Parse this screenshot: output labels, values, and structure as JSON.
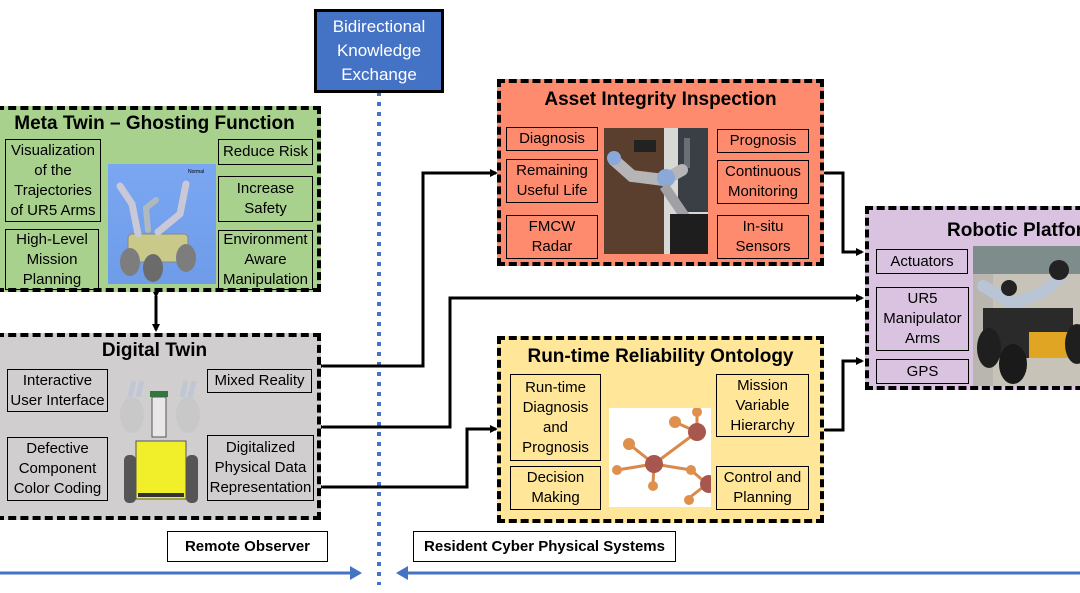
{
  "header": {
    "exchange_label": "Bidirectional Knowledge Exchange"
  },
  "colors": {
    "meta_twin": "#a9d18e",
    "digital_twin": "#d0cece",
    "asset_integrity": "#ff8b6f",
    "reliability_ontology": "#ffe699",
    "robotic_platform": "#d9c3e0",
    "exchange_box": "#4472c4",
    "divider": "#4472c4",
    "flow_arrow": "#4472c4"
  },
  "panels": {
    "meta_twin": {
      "title": "Meta Twin – Ghosting Function",
      "items": [
        "Visualization of the Trajectories of UR5 Arms",
        "High-Level Mission Planning",
        "Reduce Risk",
        "Increase Safety",
        "Environment Aware Manipulation"
      ],
      "image": "simulated-robot-trajectory-image"
    },
    "digital_twin": {
      "title": "Digital Twin",
      "items": [
        "Interactive User Interface",
        "Defective Component Color Coding",
        "Mixed Reality",
        "Digitalized Physical Data Representation"
      ],
      "image": "digital-twin-robot-render-image"
    },
    "asset_integrity": {
      "title": "Asset Integrity Inspection",
      "items": [
        "Diagnosis",
        "Remaining Useful Life",
        "FMCW Radar",
        "Prognosis",
        "Continuous Monitoring",
        "In-situ Sensors"
      ],
      "image": "robot-arm-inspection-photo"
    },
    "reliability_ontology": {
      "title": "Run-time Reliability Ontology",
      "items": [
        "Run-time Diagnosis and Prognosis",
        "Decision Making",
        "Mission Variable Hierarchy",
        "Control and Planning"
      ],
      "image": "ontology-graph-image"
    },
    "robotic_platform": {
      "title": "Robotic Platform",
      "items": [
        "Actuators",
        "UR5 Manipulator Arms",
        "GPS"
      ],
      "image": "physical-robot-photo"
    }
  },
  "footer": {
    "left_label": "Remote Observer",
    "right_label": "Resident Cyber Physical Systems"
  }
}
